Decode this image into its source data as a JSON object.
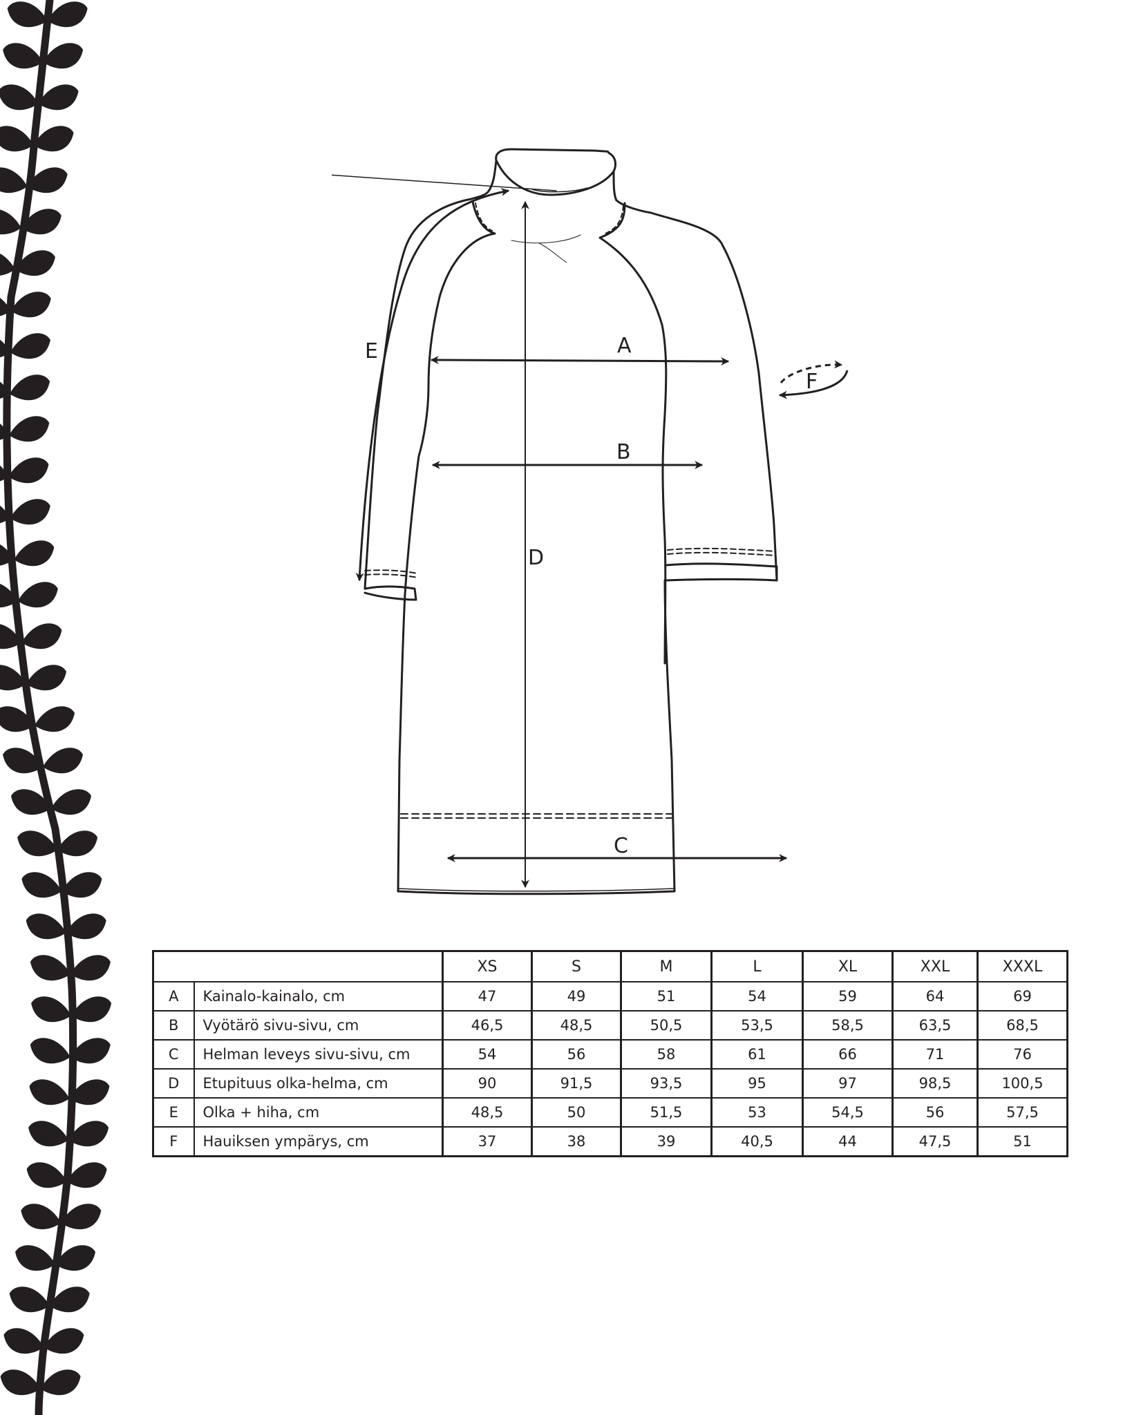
{
  "document": {
    "type": "size-chart",
    "labels": {
      "A": "A",
      "B": "B",
      "C": "C",
      "D": "D",
      "E": "E",
      "F": "F"
    }
  },
  "colors": {
    "ink": "#231f20",
    "background": "#ffffff"
  },
  "table": {
    "sizes": [
      "XS",
      "S",
      "M",
      "L",
      "XL",
      "XXL",
      "XXXL"
    ],
    "rows": [
      {
        "key": "A",
        "label": "Kainalo-kainalo, cm",
        "values": [
          "47",
          "49",
          "51",
          "54",
          "59",
          "64",
          "69"
        ]
      },
      {
        "key": "B",
        "label": "Vyötärö sivu-sivu, cm",
        "values": [
          "46,5",
          "48,5",
          "50,5",
          "53,5",
          "58,5",
          "63,5",
          "68,5"
        ]
      },
      {
        "key": "C",
        "label": "Helman leveys sivu-sivu, cm",
        "values": [
          "54",
          "56",
          "58",
          "61",
          "66",
          "71",
          "76"
        ]
      },
      {
        "key": "D",
        "label": "Etupituus olka-helma, cm",
        "values": [
          "90",
          "91,5",
          "93,5",
          "95",
          "97",
          "98,5",
          "100,5"
        ]
      },
      {
        "key": "E",
        "label": "Olka + hiha, cm",
        "values": [
          "48,5",
          "50",
          "51,5",
          "53",
          "54,5",
          "56",
          "57,5"
        ]
      },
      {
        "key": "F",
        "label": "Hauiksen ympärys, cm",
        "values": [
          "37",
          "38",
          "39",
          "40,5",
          "44",
          "47,5",
          "51"
        ]
      }
    ]
  }
}
